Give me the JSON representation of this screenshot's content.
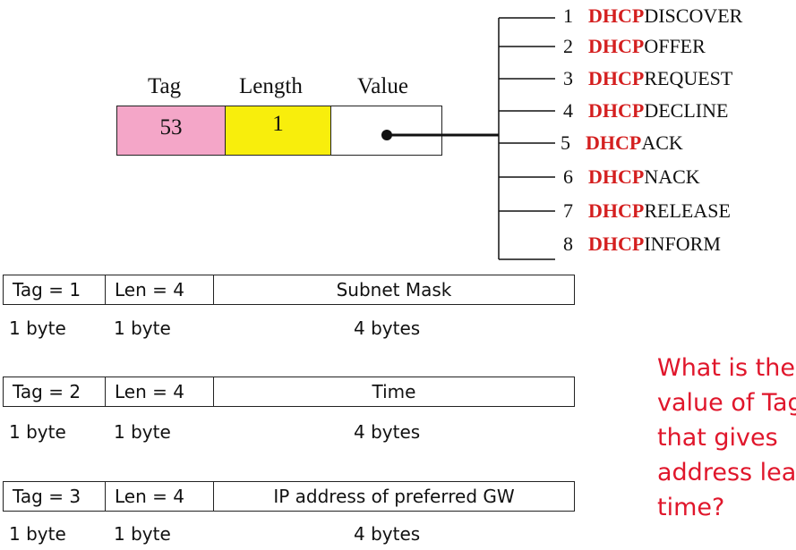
{
  "option53": {
    "headers": {
      "tag": "Tag",
      "length": "Length",
      "value": "Value"
    },
    "tag_value": "53",
    "length_value": "1"
  },
  "message_types": [
    {
      "num": "1",
      "prefix": "DHCP",
      "name": "DISCOVER"
    },
    {
      "num": "2",
      "prefix": "DHCP",
      "name": "OFFER"
    },
    {
      "num": "3",
      "prefix": "DHCP",
      "name": "REQUEST"
    },
    {
      "num": "4",
      "prefix": "DHCP",
      "name": "DECLINE"
    },
    {
      "num": "5",
      "prefix": "DHCP",
      "name": "ACK"
    },
    {
      "num": "6",
      "prefix": "DHCP",
      "name": "NACK"
    },
    {
      "num": "7",
      "prefix": "DHCP",
      "name": "RELEASE"
    },
    {
      "num": "8",
      "prefix": "DHCP",
      "name": "INFORM"
    }
  ],
  "tlv_options": [
    {
      "tag": "Tag = 1",
      "len": "Len = 4",
      "value": "Subnet Mask",
      "tag_size": "1 byte",
      "len_size": "1 byte",
      "value_size": "4 bytes"
    },
    {
      "tag": "Tag = 2",
      "len": "Len = 4",
      "value": "Time",
      "tag_size": "1 byte",
      "len_size": "1 byte",
      "value_size": "4 bytes"
    },
    {
      "tag": "Tag = 3",
      "len": "Len = 4",
      "value": "IP address of preferred GW",
      "tag_size": "1 byte",
      "len_size": "1 byte",
      "value_size": "4 bytes"
    }
  ],
  "question": {
    "lines": [
      "What is the",
      "value of Tag",
      "that gives",
      "address lease",
      "time?"
    ]
  },
  "colors": {
    "tag_fill": "#f4a6c8",
    "length_fill": "#f8ee0c",
    "accent_red": "#d41f1f",
    "question_red": "#e0162b"
  }
}
